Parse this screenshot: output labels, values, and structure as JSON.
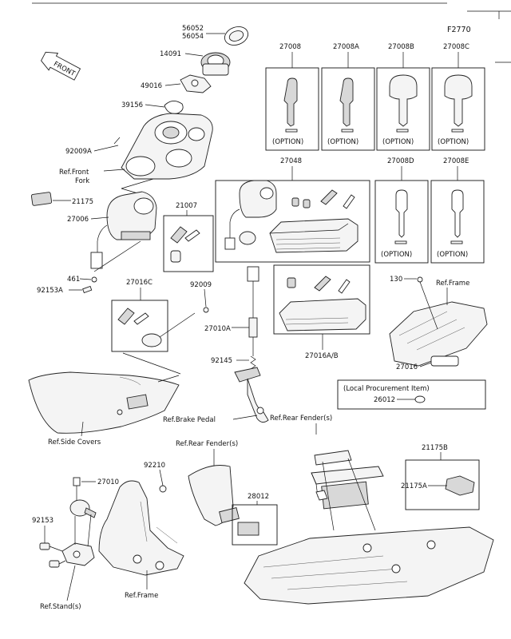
{
  "figure_code": "F2770",
  "front_label": "FRONT",
  "part_labels": {
    "p56052_56054": [
      "56052",
      "56054"
    ],
    "p14091": "14091",
    "p49016": "49016",
    "p39156": "39156",
    "p92009A": "92009A",
    "ref_front_fork": [
      "Ref.Front",
      "Fork"
    ],
    "p21175": "21175",
    "p27006": "27006",
    "p461": "461",
    "p92153A": "92153A",
    "p27016C": "27016C",
    "p21007": "21007",
    "p92009": "92009",
    "p27010A": "27010A",
    "p92145": "92145",
    "ref_brake_pedal": "Ref.Brake Pedal",
    "ref_side_covers": "Ref.Side Covers",
    "p27008": "27008",
    "p27008A": "27008A",
    "p27008B": "27008B",
    "p27008C": "27008C",
    "p27048": "27048",
    "p27008D": "27008D",
    "p27008E": "27008E",
    "p27016AB": "27016A/B",
    "p130": "130",
    "ref_frame_top": "Ref.Frame",
    "p27016": "27016",
    "local_procurement": "(Local Procurement Item)",
    "p26012": "26012",
    "ref_rear_fender_a": "Ref.Rear Fender(s)",
    "ref_rear_fender_b": "Ref.Rear Fender(s)",
    "p92210": "92210",
    "p27010": "27010",
    "p92153": "92153",
    "p28012": "28012",
    "p21175B": "21175B",
    "p21175A": "21175A",
    "ref_stand": "Ref.Stand(s)",
    "ref_frame_bottom": "Ref.Frame"
  },
  "option_label": "(OPTION)"
}
